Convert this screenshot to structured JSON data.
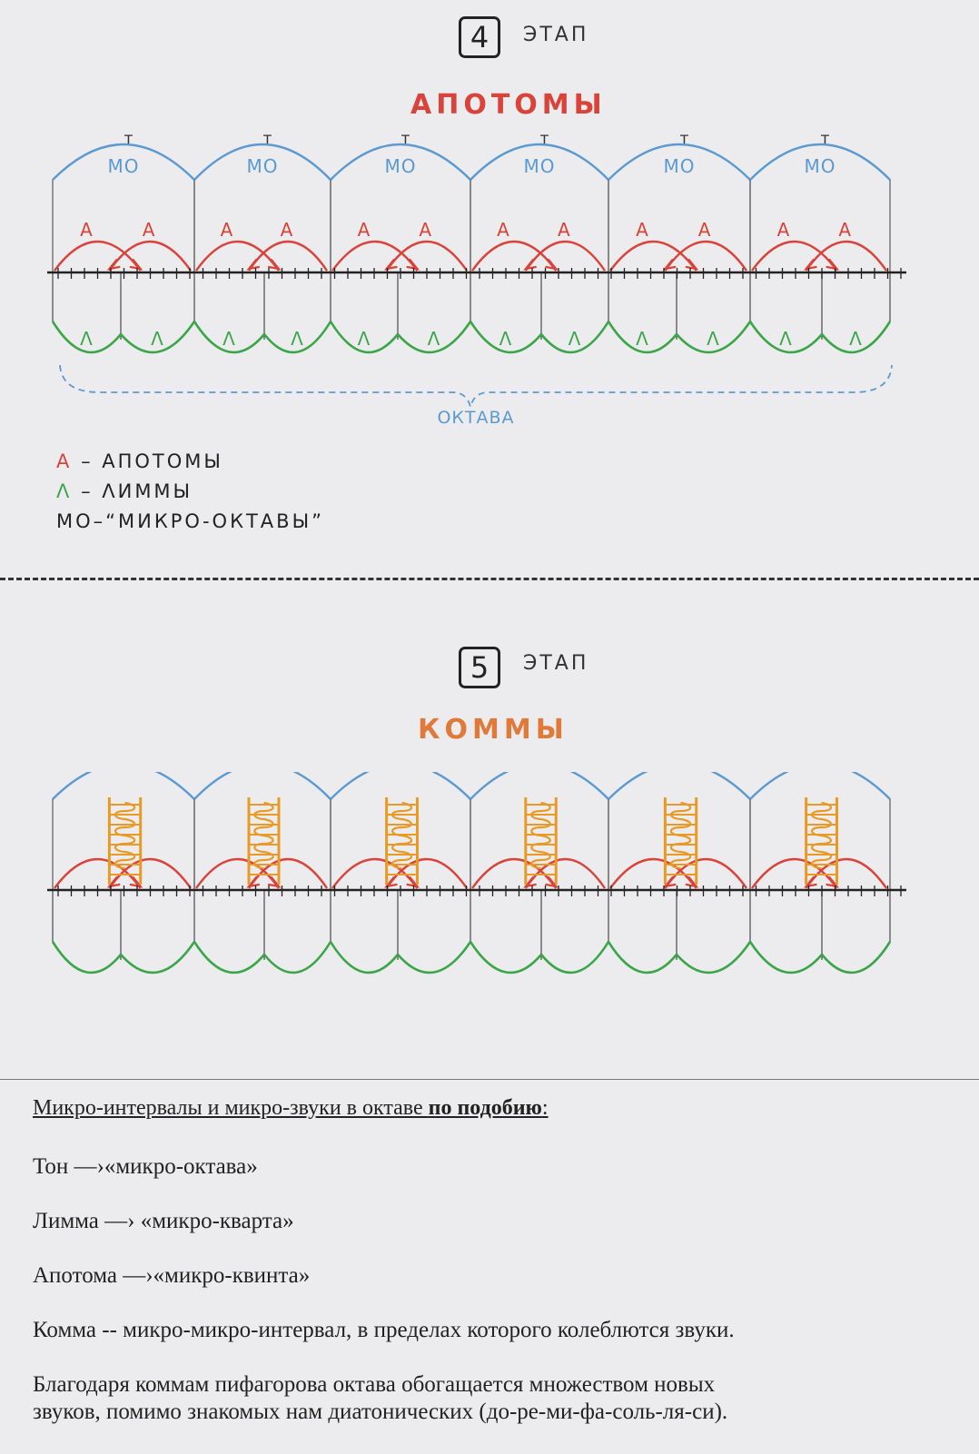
{
  "stage4": {
    "number": "4",
    "word": "ЭТАП",
    "title": "АПОТОМЫ",
    "tone_label": "т",
    "micro_octave_label": "МО",
    "apotome_label": "А",
    "limma_label": "Λ",
    "octave_label": "ОКТАВА",
    "legend": {
      "apotome_key": "А",
      "apotome_text": "– АПОТОМЫ",
      "limma_key": "Λ",
      "limma_text": "– ΛИММЫ",
      "mo_key": "МО",
      "mo_text": "–“МИКРО-ОКТАВЫ”"
    }
  },
  "stage5": {
    "number": "5",
    "word": "ЭТАП",
    "title": "КОММЫ"
  },
  "colors": {
    "micro_octave": "#5b9ad0",
    "apotome": "#d9433a",
    "limma": "#3aa648",
    "comma": "#e89a25",
    "comma_title": "#e07a3a",
    "axis": "#222222"
  },
  "notes": {
    "heading_plain": "Микро-интервалы  и  микро-звуки в октаве ",
    "heading_bold": "по  подобию",
    "heading_tail": ":",
    "line1": "Тон —›«микро-октава»",
    "line2": "Лимма —› «микро-кварта»",
    "line3": "Апотома —›«микро-квинта»",
    "line4": "Комма  --  микро-микро-интервал, в пределах которого колеблются звуки.",
    "line5a": "Благодаря коммам пифагорова октава обогащается множеством новых",
    "line5b": "звуков, помимо знакомых нам диатонических (до-ре-ми-фа-соль-ля-си)."
  }
}
